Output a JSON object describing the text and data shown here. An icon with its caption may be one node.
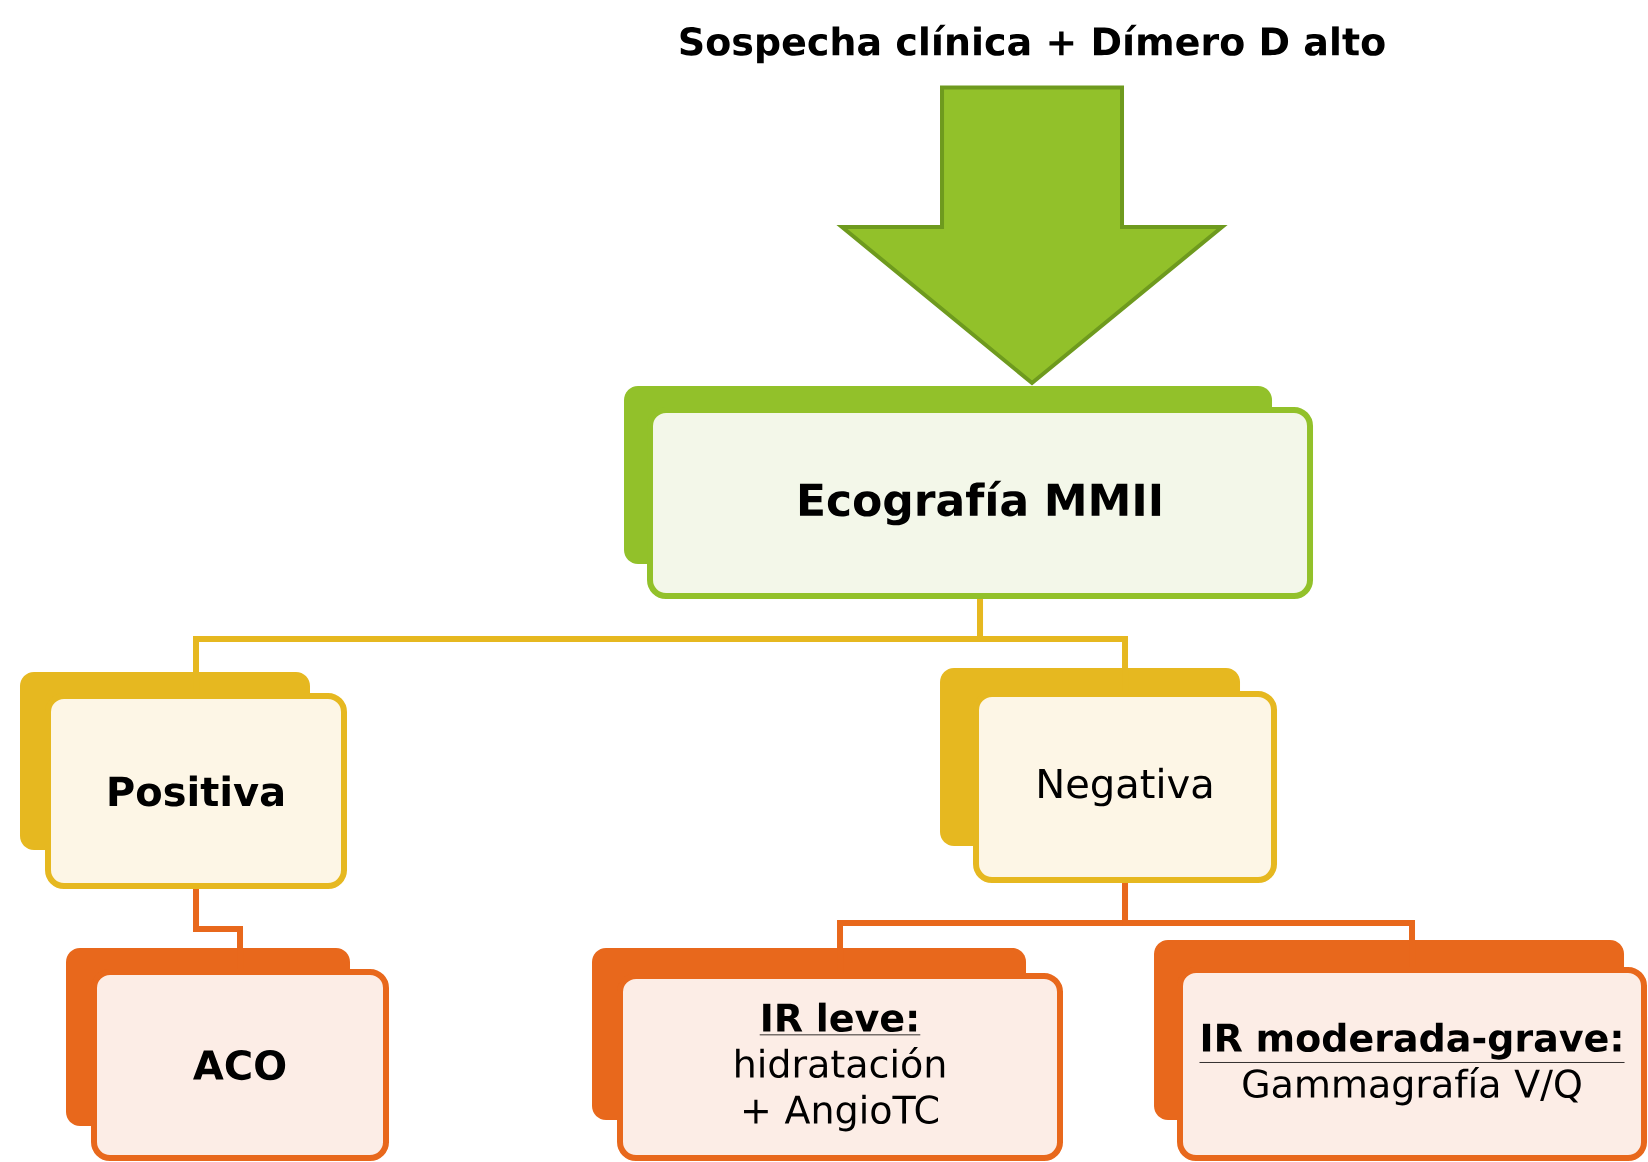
{
  "diagram": {
    "nodes": [
      {
        "text": [
          "Sospecha clínica + Dímero D alto"
        ]
      },
      {
        "text": [
          "Ecografía MMII"
        ]
      },
      {
        "text": [
          "Positiva"
        ]
      },
      {
        "text": [
          "Negativa"
        ]
      },
      {
        "text": [
          "ACO"
        ]
      },
      {
        "text": [
          "IR leve:",
          "hidratación + AngioTC"
        ]
      },
      {
        "text": [
          "IR moderada-grave:",
          "Gammagrafía V/Q"
        ]
      }
    ],
    "edges": [
      {
        "from": 0,
        "to": 1,
        "arrow": "to",
        "style": "thick",
        "color": "#92c12a"
      },
      {
        "from": 1,
        "to": 2,
        "arrow": "none",
        "color": "#e6b820"
      },
      {
        "from": 1,
        "to": 3,
        "arrow": "none",
        "color": "#e6b820"
      },
      {
        "from": 2,
        "to": 4,
        "arrow": "none"
      },
      {
        "from": 3,
        "to": 5,
        "arrow": "none"
      },
      {
        "from": 3,
        "to": 6,
        "arrow": "none"
      }
    ]
  }
}
